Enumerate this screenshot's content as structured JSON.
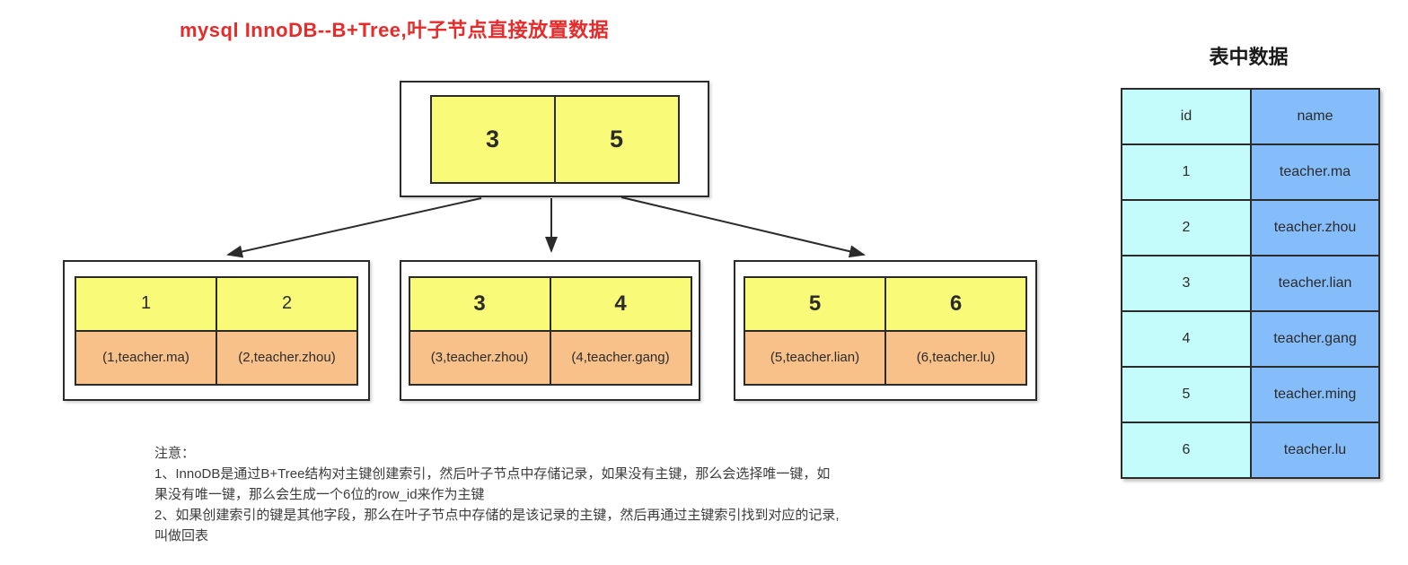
{
  "title": "mysql InnoDB--B+Tree,叶子节点直接放置数据",
  "tree": {
    "root": {
      "keys": [
        "3",
        "5"
      ]
    },
    "leaves": [
      {
        "keys": [
          "1",
          "2"
        ],
        "records": [
          "(1,teacher.ma)",
          "(2,teacher.zhou)"
        ]
      },
      {
        "keys": [
          "3",
          "4"
        ],
        "records": [
          "(3,teacher.zhou)",
          "(4,teacher.gang)"
        ]
      },
      {
        "keys": [
          "5",
          "6"
        ],
        "records": [
          "(5,teacher.lian)",
          "(6,teacher.lu)"
        ]
      }
    ]
  },
  "data_table": {
    "title": "表中数据",
    "columns": [
      "id",
      "name"
    ],
    "rows": [
      [
        "1",
        "teacher.ma"
      ],
      [
        "2",
        "teacher.zhou"
      ],
      [
        "3",
        "teacher.lian"
      ],
      [
        "4",
        "teacher.gang"
      ],
      [
        "5",
        "teacher.ming"
      ],
      [
        "6",
        "teacher.lu"
      ]
    ]
  },
  "notes": {
    "lines": [
      "注意：",
      "1、InnoDB是通过B+Tree结构对主键创建索引，然后叶子节点中存储记录，如果没有主键，那么会选择唯一键，如",
      "果没有唯一键，那么会生成一个6位的row_id来作为主键",
      "2、如果创建索引的键是其他字段，那么在叶子节点中存储的是该记录的主键，然后再通过主键索引找到对应的记录,",
      "叫做回表"
    ]
  },
  "colors": {
    "title_red": "#e62b2b",
    "key_yellow": "#fafa79",
    "record_orange": "#f8c189",
    "id_col_cyan": "#c4fbfb",
    "name_col_blue": "#85bdfb",
    "border_dark": "#2b2b2b"
  }
}
